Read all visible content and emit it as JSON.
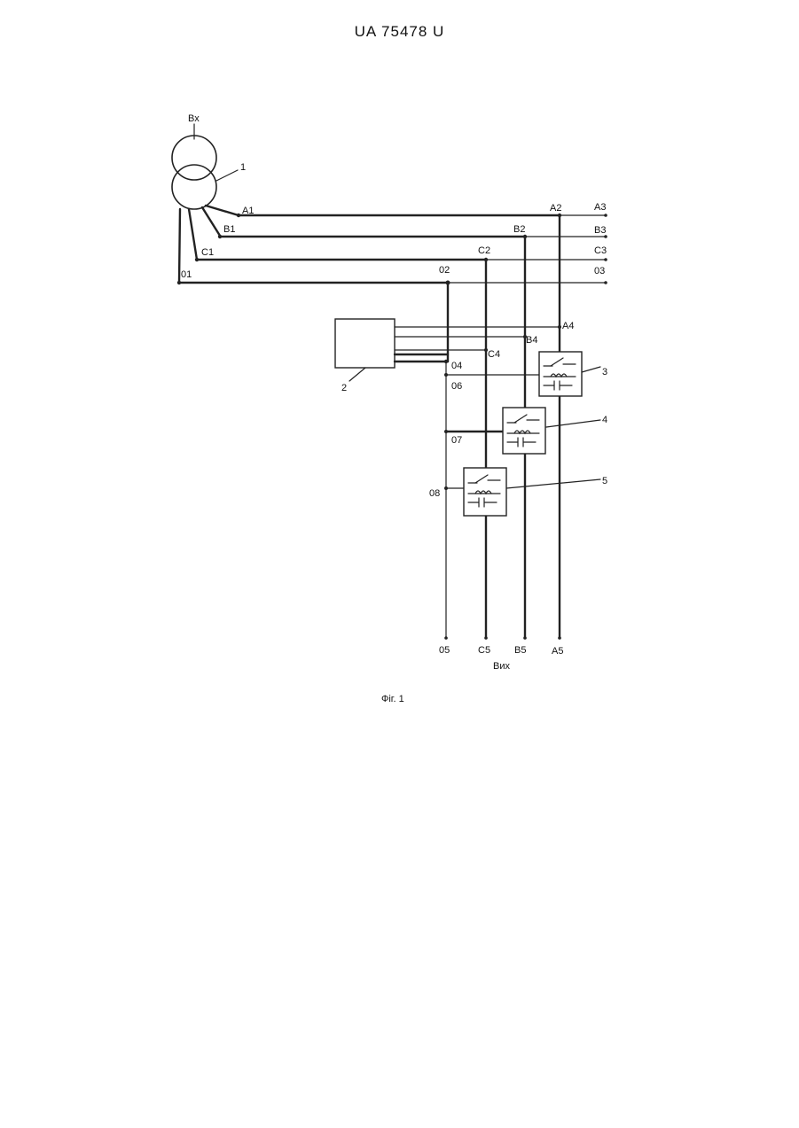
{
  "header": {
    "doc_number": "UA   75478   U"
  },
  "labels": {
    "input": "Вх",
    "output": "Вих",
    "ref_transformer": "1",
    "ref_unit": "2",
    "ref_relay_3": "3",
    "ref_relay_4": "4",
    "ref_relay_5": "5",
    "A1": "A1",
    "B1": "B1",
    "C1": "C1",
    "O1": "01",
    "A2": "A2",
    "B2": "B2",
    "C2": "C2",
    "O2": "02",
    "A3": "A3",
    "B3": "B3",
    "C3": "C3",
    "O3": "03",
    "A4": "A4",
    "B4": "B4",
    "C4": "C4",
    "O4": "04",
    "A5": "A5",
    "B5": "B5",
    "C5": "C5",
    "O5": "05",
    "O6": "06",
    "O7": "07",
    "O8": "08"
  },
  "caption": "Фіг. 1"
}
